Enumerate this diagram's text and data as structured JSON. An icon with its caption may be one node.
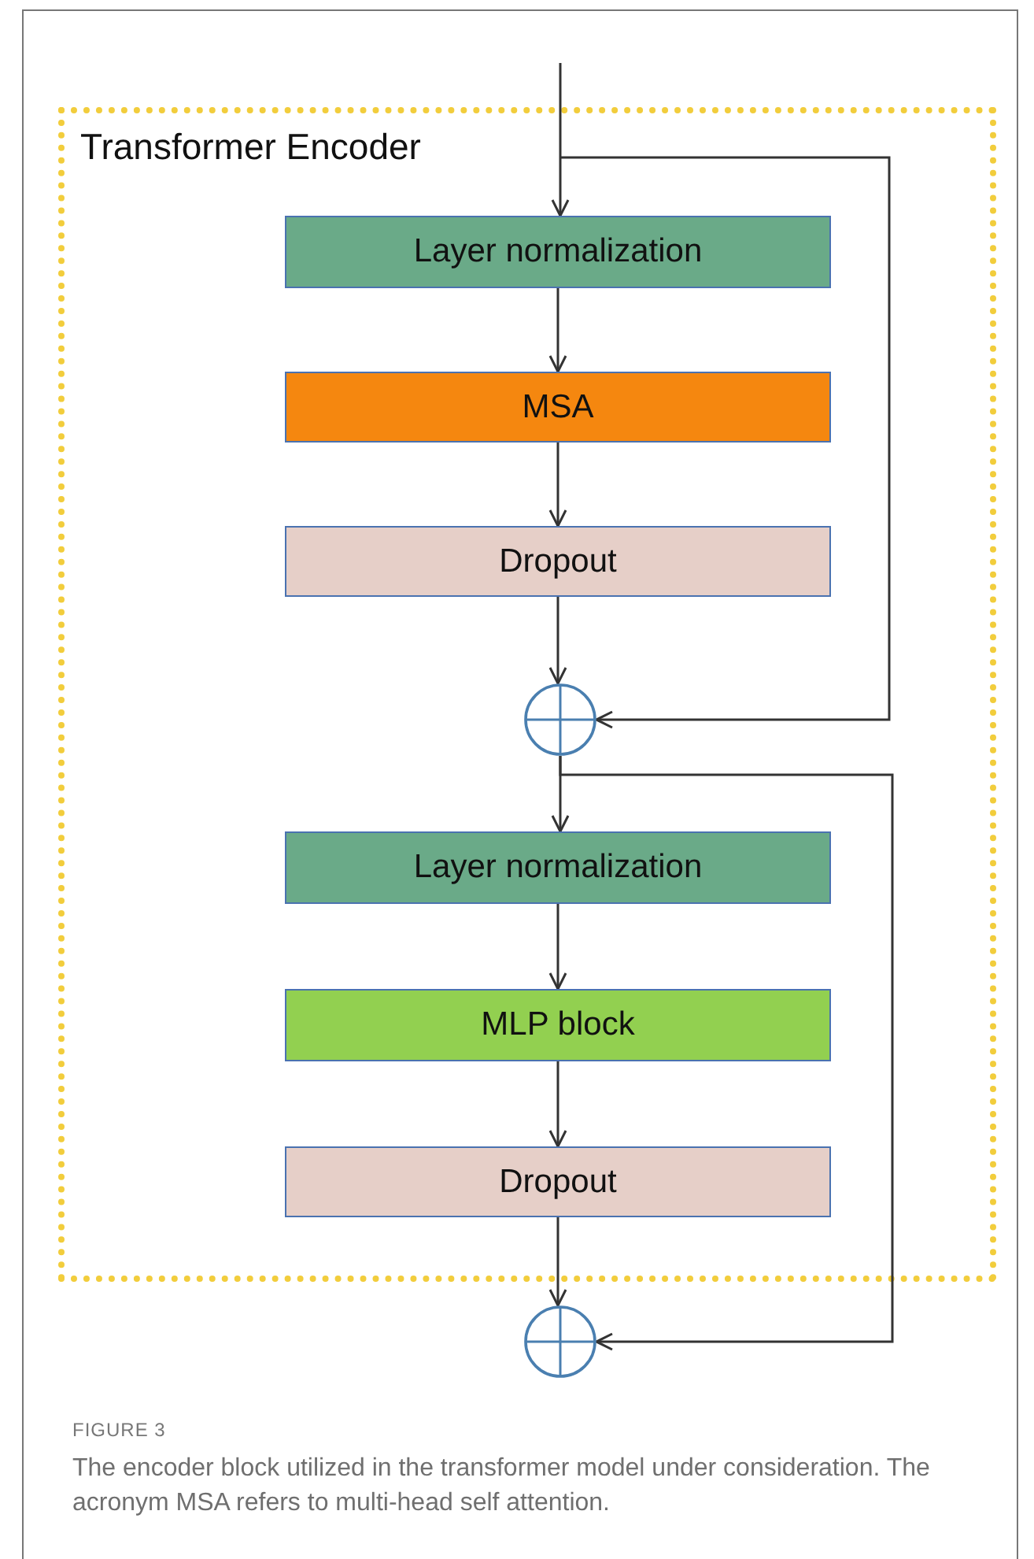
{
  "diagram": {
    "caption": "The encoder block utilized in the transformer model under consideration. The acronym MSA refers to multi-head self attention.",
    "nodes": [
      {
        "text": [
          "Transformer Encoder"
        ]
      },
      {
        "text": [
          "Layer normalization"
        ],
        "in": 0
      },
      {
        "text": [
          "MSA"
        ],
        "in": 0
      },
      {
        "text": [
          "Dropout"
        ],
        "in": 0
      },
      {
        "text": [],
        "shape": "circle",
        "in": 0
      },
      {
        "text": [
          "Layer normalization"
        ],
        "in": 0
      },
      {
        "text": [
          "MLP block"
        ],
        "in": 0
      },
      {
        "text": [
          "Dropout"
        ],
        "in": 0
      },
      {
        "text": [],
        "shape": "circle"
      }
    ],
    "edges": [
      {
        "from": null,
        "to": 1,
        "arrow": "to"
      },
      {
        "from": 1,
        "to": 2,
        "arrow": "to"
      },
      {
        "from": 2,
        "to": 3,
        "arrow": "to"
      },
      {
        "from": 3,
        "to": 4,
        "arrow": "to"
      },
      {
        "from": null,
        "to": 4,
        "arrow": "to"
      },
      {
        "from": 4,
        "to": 5,
        "arrow": "to"
      },
      {
        "from": 5,
        "to": 6,
        "arrow": "to"
      },
      {
        "from": 6,
        "to": 7,
        "arrow": "to"
      },
      {
        "from": 7,
        "to": 8,
        "arrow": "to"
      },
      {
        "from": 4,
        "to": 8,
        "arrow": "to"
      }
    ],
    "labels": [
      "FIGURE 3"
    ]
  }
}
